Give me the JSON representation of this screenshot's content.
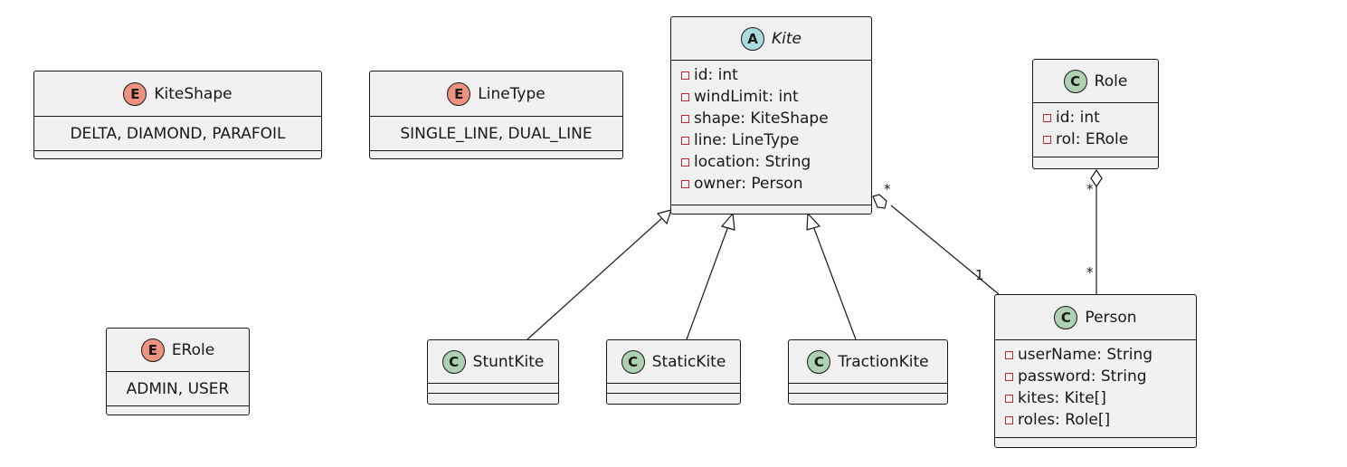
{
  "enums": {
    "kiteshape": {
      "stereotype": "E",
      "name": "KiteShape",
      "values": "DELTA, DIAMOND, PARAFOIL"
    },
    "linetype": {
      "stereotype": "E",
      "name": "LineType",
      "values": "SINGLE_LINE, DUAL_LINE"
    },
    "erole": {
      "stereotype": "E",
      "name": "ERole",
      "values": "ADMIN, USER"
    }
  },
  "classes": {
    "kite": {
      "stereotype": "A",
      "name": "Kite",
      "attributes": [
        "id: int",
        "windLimit: int",
        "shape: KiteShape",
        "line: LineType",
        "location: String",
        "owner: Person"
      ]
    },
    "role": {
      "stereotype": "C",
      "name": "Role",
      "attributes": [
        "id: int",
        "rol: ERole"
      ]
    },
    "person": {
      "stereotype": "C",
      "name": "Person",
      "attributes": [
        "userName: String",
        "password: String",
        "kites: Kite[]",
        "roles: Role[]"
      ]
    },
    "stuntkite": {
      "stereotype": "C",
      "name": "StuntKite"
    },
    "statickite": {
      "stereotype": "C",
      "name": "StaticKite"
    },
    "tractionkite": {
      "stereotype": "C",
      "name": "TractionKite"
    }
  },
  "relations": {
    "kite_person": {
      "type": "aggregation",
      "from_multiplicity": "*",
      "to_multiplicity": "1"
    },
    "role_person": {
      "type": "aggregation",
      "from_multiplicity": "*",
      "to_multiplicity": "*"
    },
    "inheritance": [
      "StuntKite",
      "StaticKite",
      "TractionKite"
    ]
  },
  "colors": {
    "class_badge": "#add1b2",
    "enum_badge": "#eb937f",
    "abstract_badge": "#a9dcdf",
    "visibility_private": "#c82930",
    "box_fill": "#f1f1f1",
    "stroke": "#181818"
  }
}
